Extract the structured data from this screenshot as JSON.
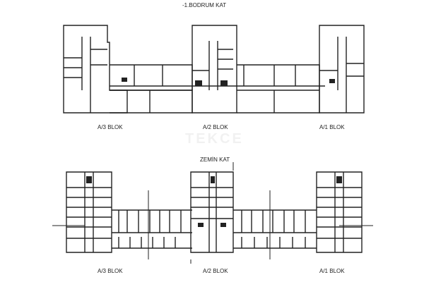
{
  "plans": {
    "basement": {
      "title": "-1.BODRUM KAT",
      "blocks": [
        {
          "label": "A/3 BLOK"
        },
        {
          "label": "A/2 BLOK"
        },
        {
          "label": "A/1 BLOK"
        }
      ]
    },
    "ground": {
      "title": "ZEMİN KAT",
      "blocks": [
        {
          "label": "A/3 BLOK"
        },
        {
          "label": "A/2 BLOK"
        },
        {
          "label": "A/1 BLOK"
        }
      ]
    }
  },
  "watermark": "TEKCE",
  "colors": {
    "line": "#222222",
    "background": "#ffffff"
  }
}
